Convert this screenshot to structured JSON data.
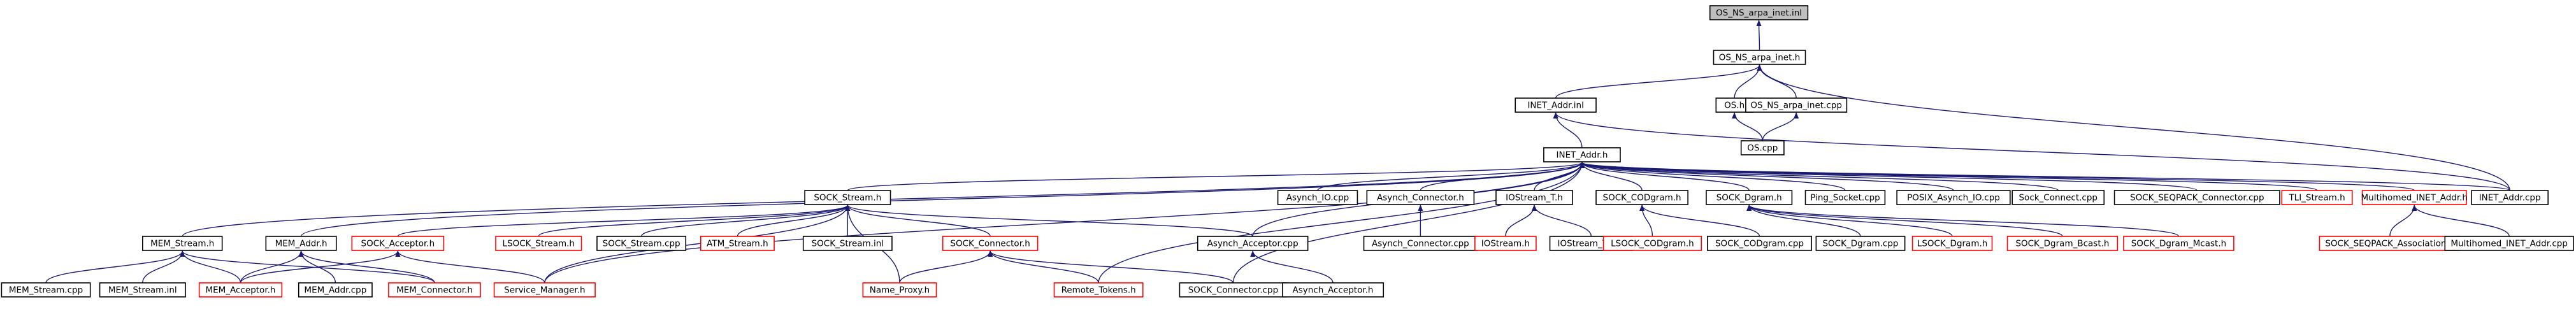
{
  "graph": {
    "title": "",
    "colors": {
      "edge": "#191970",
      "node_border": "#000000",
      "truncated_border": "#ff0000",
      "root_fill": "#bfbfbf",
      "node_fill": "#ffffff"
    },
    "nodes": [
      {
        "id": "root",
        "label": "OS_NS_arpa_inet.inl",
        "kind": "root"
      },
      {
        "id": "os_ns_h",
        "label": "OS_NS_arpa_inet.h",
        "kind": "normal"
      },
      {
        "id": "inet_inl",
        "label": "INET_Addr.inl",
        "kind": "normal"
      },
      {
        "id": "os_h",
        "label": "OS.h",
        "kind": "normal"
      },
      {
        "id": "os_ns_cpp",
        "label": "OS_NS_arpa_inet.cpp",
        "kind": "normal"
      },
      {
        "id": "os_cpp",
        "label": "OS.cpp",
        "kind": "normal"
      },
      {
        "id": "inet_h",
        "label": "INET_Addr.h",
        "kind": "normal"
      },
      {
        "id": "sock_stream_h",
        "label": "SOCK_Stream.h",
        "kind": "normal"
      },
      {
        "id": "asynch_io",
        "label": "Asynch_IO.cpp",
        "kind": "normal"
      },
      {
        "id": "asynch_conn_h",
        "label": "Asynch_Connector.h",
        "kind": "normal"
      },
      {
        "id": "iostream_t_h",
        "label": "IOStream_T.h",
        "kind": "normal"
      },
      {
        "id": "sock_codgram_h",
        "label": "SOCK_CODgram.h",
        "kind": "normal"
      },
      {
        "id": "sock_dgram_h",
        "label": "SOCK_Dgram.h",
        "kind": "normal"
      },
      {
        "id": "ping_socket",
        "label": "Ping_Socket.cpp",
        "kind": "normal"
      },
      {
        "id": "posix_asynch",
        "label": "POSIX_Asynch_IO.cpp",
        "kind": "normal"
      },
      {
        "id": "sock_connect",
        "label": "Sock_Connect.cpp",
        "kind": "normal"
      },
      {
        "id": "seqpack_conn",
        "label": "SOCK_SEQPACK_Connector.cpp",
        "kind": "normal"
      },
      {
        "id": "tli_stream",
        "label": "TLI_Stream.h",
        "kind": "truncated"
      },
      {
        "id": "multihomed_h",
        "label": "Multihomed_INET_Addr.h",
        "kind": "truncated"
      },
      {
        "id": "inet_cpp",
        "label": "INET_Addr.cpp",
        "kind": "normal"
      },
      {
        "id": "mem_stream_h",
        "label": "MEM_Stream.h",
        "kind": "normal"
      },
      {
        "id": "mem_addr_h",
        "label": "MEM_Addr.h",
        "kind": "normal"
      },
      {
        "id": "sock_acceptor_h",
        "label": "SOCK_Acceptor.h",
        "kind": "truncated"
      },
      {
        "id": "lsock_stream",
        "label": "LSOCK_Stream.h",
        "kind": "truncated"
      },
      {
        "id": "sock_stream_cpp",
        "label": "SOCK_Stream.cpp",
        "kind": "normal"
      },
      {
        "id": "atm_stream",
        "label": "ATM_Stream.h",
        "kind": "truncated"
      },
      {
        "id": "sock_stream_inl",
        "label": "SOCK_Stream.inl",
        "kind": "normal"
      },
      {
        "id": "sock_connector_h",
        "label": "SOCK_Connector.h",
        "kind": "truncated"
      },
      {
        "id": "asynch_acc_cpp",
        "label": "Asynch_Acceptor.cpp",
        "kind": "normal"
      },
      {
        "id": "asynch_conn_cpp",
        "label": "Asynch_Connector.cpp",
        "kind": "normal"
      },
      {
        "id": "iostream_h",
        "label": "IOStream.h",
        "kind": "truncated"
      },
      {
        "id": "iostream_t_cpp",
        "label": "IOStream_T.cpp",
        "kind": "normal"
      },
      {
        "id": "lsock_codgram",
        "label": "LSOCK_CODgram.h",
        "kind": "truncated"
      },
      {
        "id": "sock_codgram_cpp",
        "label": "SOCK_CODgram.cpp",
        "kind": "normal"
      },
      {
        "id": "sock_dgram_cpp",
        "label": "SOCK_Dgram.cpp",
        "kind": "normal"
      },
      {
        "id": "lsock_dgram",
        "label": "LSOCK_Dgram.h",
        "kind": "truncated"
      },
      {
        "id": "sock_dgram_bcast",
        "label": "SOCK_Dgram_Bcast.h",
        "kind": "truncated"
      },
      {
        "id": "sock_dgram_mcast",
        "label": "SOCK_Dgram_Mcast.h",
        "kind": "truncated"
      },
      {
        "id": "seqpack_assoc",
        "label": "SOCK_SEQPACK_Association.h",
        "kind": "truncated"
      },
      {
        "id": "multihomed_cpp",
        "label": "Multihomed_INET_Addr.cpp",
        "kind": "normal"
      },
      {
        "id": "mem_stream_cpp",
        "label": "MEM_Stream.cpp",
        "kind": "normal"
      },
      {
        "id": "mem_stream_inl",
        "label": "MEM_Stream.inl",
        "kind": "normal"
      },
      {
        "id": "mem_acceptor",
        "label": "MEM_Acceptor.h",
        "kind": "truncated"
      },
      {
        "id": "mem_addr_cpp",
        "label": "MEM_Addr.cpp",
        "kind": "normal"
      },
      {
        "id": "mem_connector",
        "label": "MEM_Connector.h",
        "kind": "truncated"
      },
      {
        "id": "service_manager",
        "label": "Service_Manager.h",
        "kind": "truncated"
      },
      {
        "id": "name_proxy",
        "label": "Name_Proxy.h",
        "kind": "truncated"
      },
      {
        "id": "remote_tokens",
        "label": "Remote_Tokens.h",
        "kind": "truncated"
      },
      {
        "id": "sock_connector_cpp",
        "label": "SOCK_Connector.cpp",
        "kind": "normal"
      },
      {
        "id": "asynch_acc_h",
        "label": "Asynch_Acceptor.h",
        "kind": "normal"
      }
    ],
    "edges": [
      [
        "os_ns_h",
        "root"
      ],
      [
        "inet_inl",
        "os_ns_h"
      ],
      [
        "os_h",
        "os_ns_h"
      ],
      [
        "os_ns_cpp",
        "os_ns_h"
      ],
      [
        "inet_cpp",
        "os_ns_h"
      ],
      [
        "os_cpp",
        "os_h"
      ],
      [
        "os_cpp",
        "os_ns_cpp"
      ],
      [
        "inet_h",
        "inet_inl"
      ],
      [
        "inet_cpp",
        "inet_inl"
      ],
      [
        "sock_stream_h",
        "inet_h"
      ],
      [
        "asynch_io",
        "inet_h"
      ],
      [
        "asynch_conn_h",
        "inet_h"
      ],
      [
        "iostream_t_h",
        "inet_h"
      ],
      [
        "sock_codgram_h",
        "inet_h"
      ],
      [
        "sock_dgram_h",
        "inet_h"
      ],
      [
        "ping_socket",
        "inet_h"
      ],
      [
        "posix_asynch",
        "inet_h"
      ],
      [
        "sock_connect",
        "inet_h"
      ],
      [
        "seqpack_conn",
        "inet_h"
      ],
      [
        "tli_stream",
        "inet_h"
      ],
      [
        "multihomed_h",
        "inet_h"
      ],
      [
        "inet_cpp",
        "inet_h"
      ],
      [
        "mem_stream_h",
        "inet_h"
      ],
      [
        "mem_addr_h",
        "inet_h"
      ],
      [
        "asynch_acc_cpp",
        "inet_h"
      ],
      [
        "sock_connector_cpp",
        "inet_h"
      ],
      [
        "remote_tokens",
        "inet_h"
      ],
      [
        "service_manager",
        "inet_h"
      ],
      [
        "lsock_stream",
        "sock_stream_h"
      ],
      [
        "sock_stream_cpp",
        "sock_stream_h"
      ],
      [
        "atm_stream",
        "sock_stream_h"
      ],
      [
        "sock_stream_inl",
        "sock_stream_h"
      ],
      [
        "sock_connector_h",
        "sock_stream_h"
      ],
      [
        "sock_acceptor_h",
        "sock_stream_h"
      ],
      [
        "asynch_acc_cpp",
        "sock_stream_h"
      ],
      [
        "name_proxy",
        "sock_stream_h"
      ],
      [
        "service_manager",
        "sock_stream_h"
      ],
      [
        "asynch_conn_cpp",
        "asynch_conn_h"
      ],
      [
        "iostream_h",
        "iostream_t_h"
      ],
      [
        "iostream_t_cpp",
        "iostream_t_h"
      ],
      [
        "lsock_codgram",
        "sock_codgram_h"
      ],
      [
        "sock_codgram_cpp",
        "sock_codgram_h"
      ],
      [
        "sock_dgram_cpp",
        "sock_dgram_h"
      ],
      [
        "lsock_dgram",
        "sock_dgram_h"
      ],
      [
        "sock_dgram_bcast",
        "sock_dgram_h"
      ],
      [
        "sock_dgram_mcast",
        "sock_dgram_h"
      ],
      [
        "seqpack_assoc",
        "multihomed_h"
      ],
      [
        "multihomed_cpp",
        "multihomed_h"
      ],
      [
        "mem_stream_cpp",
        "mem_stream_h"
      ],
      [
        "mem_stream_inl",
        "mem_stream_h"
      ],
      [
        "mem_acceptor",
        "mem_stream_h"
      ],
      [
        "mem_connector",
        "mem_stream_h"
      ],
      [
        "mem_acceptor",
        "mem_addr_h"
      ],
      [
        "mem_addr_cpp",
        "mem_addr_h"
      ],
      [
        "mem_connector",
        "mem_addr_h"
      ],
      [
        "mem_acceptor",
        "sock_acceptor_h"
      ],
      [
        "service_manager",
        "sock_acceptor_h"
      ],
      [
        "name_proxy",
        "sock_connector_h"
      ],
      [
        "remote_tokens",
        "sock_connector_h"
      ],
      [
        "sock_connector_cpp",
        "sock_connector_h"
      ],
      [
        "asynch_acc_h",
        "asynch_acc_cpp"
      ]
    ]
  }
}
